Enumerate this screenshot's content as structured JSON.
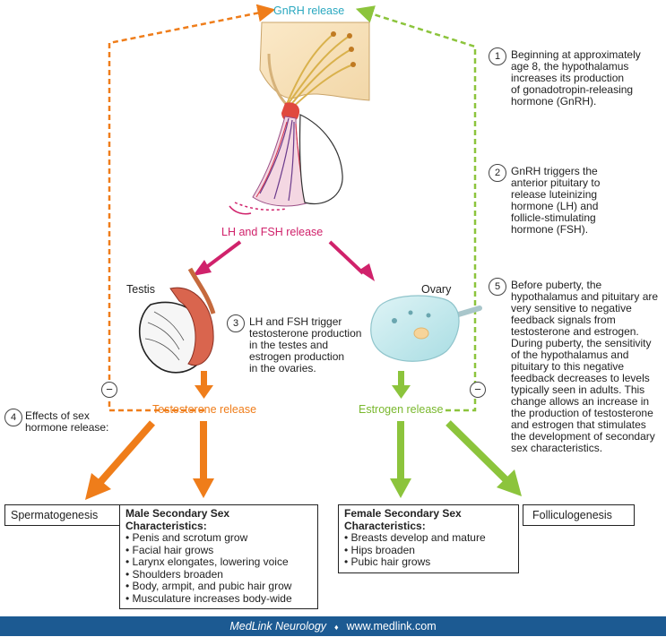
{
  "labels": {
    "gnrh_release": "GnRH release",
    "lh_fsh_release": "LH and FSH release",
    "testosterone_release": "Testosterone release",
    "estrogen_release": "Estrogen release",
    "testis": "Testis",
    "ovary": "Ovary"
  },
  "steps": [
    {
      "num": "1",
      "text": "Beginning at approximately\nage 8, the hypothalamus\nincreases its production\nof gonadotropin-releasing\nhormone (GnRH)."
    },
    {
      "num": "2",
      "text": "GnRH triggers the\nanterior pituitary to\nrelease luteinizing\nhormone (LH) and\nfollicle-stimulating\nhormone (FSH)."
    },
    {
      "num": "3",
      "text": "LH and FSH trigger\ntestosterone production\nin the testes and\nestrogen production\nin the ovaries."
    },
    {
      "num": "4",
      "text": "Effects of sex\nhormone release:"
    },
    {
      "num": "5",
      "text": "Before puberty, the\nhypothalamus and pituitary are\nvery sensitive to negative\nfeedback signals from\ntestosterone and estrogen.\nDuring puberty, the sensitivity\nof the hypothalamus and\npituitary to this negative\nfeedback decreases to levels\ntypically seen in adults. This\nchange allows an increase in\nthe production of testosterone\nand estrogen that stimulates\nthe development of secondary\nsex characteristics."
    }
  ],
  "minus_symbol": "−",
  "boxes": {
    "spermatogenesis": "Spermatogenesis",
    "folliculogenesis": "Folliculogenesis",
    "male": {
      "title": "Male Secondary Sex\nCharacteristics:",
      "items": [
        "Penis and scrotum grow",
        "Facial hair grows",
        "Larynx elongates, lowering voice",
        "Shoulders broaden",
        "Body, armpit, and pubic hair grow",
        "Musculature increases body-wide"
      ]
    },
    "female": {
      "title": "Female Secondary Sex\nCharacteristics:",
      "items": [
        "Breasts develop and mature",
        "Hips broaden",
        "Pubic hair grows"
      ]
    }
  },
  "footer": {
    "brand": "MedLink Neurology",
    "separator": "♦",
    "url": "www.medlink.com"
  },
  "colors": {
    "gnrh": "#2aa8c0",
    "lh_fsh": "#d0226b",
    "testosterone": "#ef7d1a",
    "estrogen": "#7ab82e",
    "footer_bg": "#1c5a92"
  }
}
